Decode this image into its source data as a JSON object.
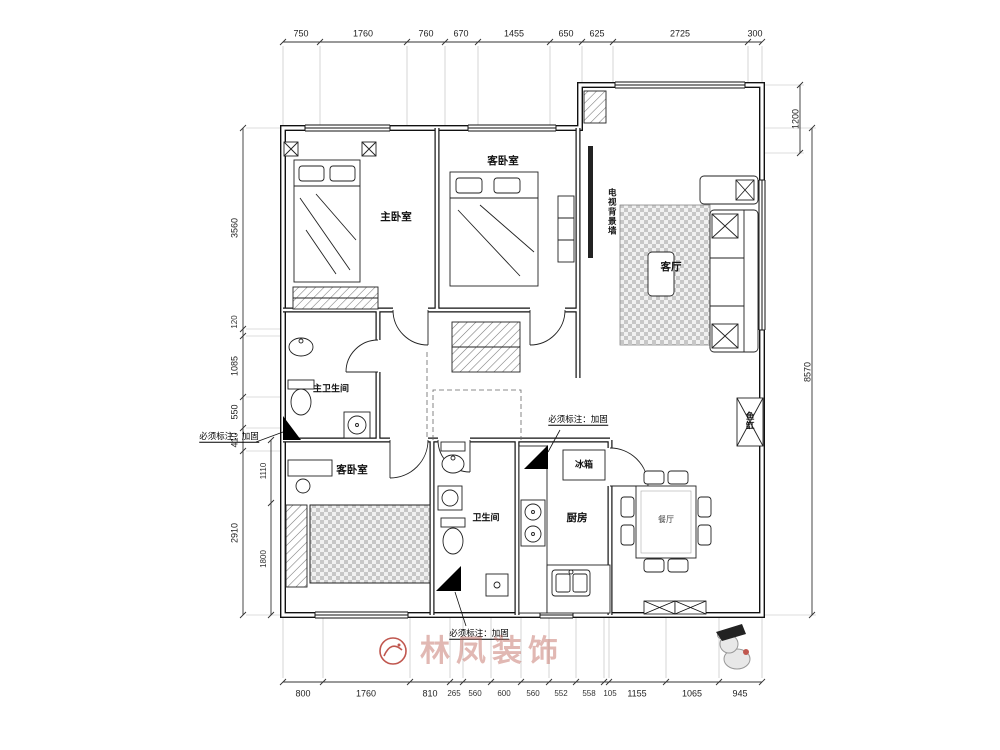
{
  "watermark": {
    "brand": "林凤装饰"
  },
  "annotation": {
    "reinforce": "必须标注：加固"
  },
  "rooms": {
    "master_bedroom": "主卧室",
    "guest_bedroom_top": "客卧室",
    "living_room": "客厅",
    "tv_wall": "电视背景墙",
    "master_bath": "主卫生间",
    "guest_bedroom_bottom": "客卧室",
    "bathroom": "卫生间",
    "kitchen": "厨房",
    "fridge": "冰箱",
    "fish_tank": "鱼缸",
    "dining": "餐厅"
  },
  "dims": {
    "top": [
      "750",
      "1760",
      "760",
      "670",
      "1455",
      "650",
      "625",
      "2725",
      "300"
    ],
    "bottom": [
      "800",
      "1760",
      "810",
      "265",
      "560",
      "600",
      "560",
      "552",
      "558",
      "105",
      "1155",
      "1065",
      "945"
    ],
    "left": [
      "3560",
      "120",
      "1085",
      "550",
      "410",
      "2910"
    ],
    "left_inner": [
      "1110",
      "1800"
    ],
    "right": [
      "1200",
      "8570"
    ]
  }
}
